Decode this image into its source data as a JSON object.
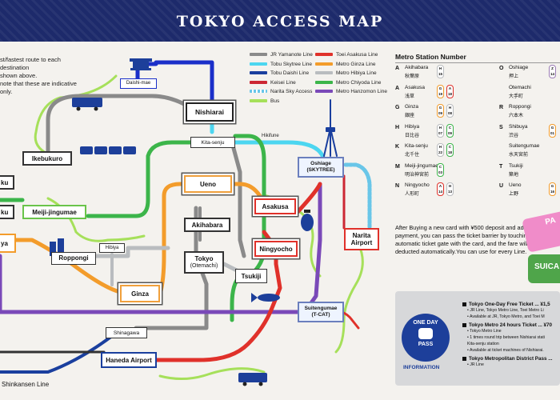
{
  "banner": {
    "title": "TOKYO ACCESS MAP"
  },
  "intro": {
    "lines": [
      "st/fastest route to each destination",
      "shown above.",
      "note that these are indicative only."
    ]
  },
  "legend": {
    "items": [
      {
        "label": "JR Yamanote Line",
        "color": "#8a8a8a",
        "style": "solid"
      },
      {
        "label": "Toei Asakusa Line",
        "color": "#e0312a",
        "style": "solid"
      },
      {
        "label": "Tobu Skytree Line",
        "color": "#4cd6f0",
        "style": "solid"
      },
      {
        "label": "Metro Ginza Line",
        "color": "#f39c2b",
        "style": "solid"
      },
      {
        "label": "Tobu Daishi Line",
        "color": "#1a3f9e",
        "style": "solid"
      },
      {
        "label": "Metro Hibiya Line",
        "color": "#b9bcbf",
        "style": "solid"
      },
      {
        "label": "Keisei Line",
        "color": "#cc2733",
        "style": "solid"
      },
      {
        "label": "Metro Chiyoda Line",
        "color": "#3cb54a",
        "style": "solid"
      },
      {
        "label": "Narita Sky Access",
        "color": "#69c6e8",
        "style": "dashed"
      },
      {
        "label": "Metro Hanzomon Line",
        "color": "#7a49b8",
        "style": "solid"
      },
      {
        "label": "Bus",
        "color": "#a6e05a",
        "style": "solid"
      }
    ]
  },
  "stations": {
    "daishi_mae": "Daishi-mae",
    "nishiarai": "Nishiarai",
    "kita_senju": "Kita-senju",
    "hikifune": "Hikifune",
    "ikebukuro": "Ikebukuro",
    "ueno": "Ueno",
    "asakusa": "Asakusa",
    "oshiage": "Oshiage",
    "oshiage_sub": "(SKYTREE)",
    "meiji": "Meiji-jingumae",
    "akihabara": "Akihabara",
    "narita": "Narita",
    "narita_sub": "Airport",
    "hibiya": "Hibiya",
    "roppongi": "Roppongi",
    "tokyo": "Tokyo",
    "tokyo_sub": "(Otemachi)",
    "ningyocho": "Ningyocho",
    "tsukiji": "Tsukiji",
    "ginza": "Ginza",
    "suitengumae": "Suitengumae",
    "suitengumae_sub": "(T-CAT)",
    "shinagawa": "Shinagawa",
    "haneda": "Haneda Airport",
    "shinkansen": "Shinkansen Line",
    "left1": "ku",
    "left2": "ku",
    "left3": "ya"
  },
  "metro": {
    "title": "Metro Station Number",
    "rows": [
      {
        "letter": "A",
        "en": "Akihabara",
        "jp": "秋葉原",
        "badges": [
          {
            "code": "H",
            "num": "15",
            "color": "#b9bcbf"
          }
        ]
      },
      {
        "letter": "O",
        "en": "Oshiage",
        "jp": "押上",
        "badges": [
          {
            "code": "Z",
            "num": "14",
            "color": "#9b7cb6"
          }
        ]
      },
      {
        "letter": "A",
        "en": "Asakusa",
        "jp": "浅草",
        "badges": [
          {
            "code": "G",
            "num": "19",
            "color": "#f39c2b"
          },
          {
            "code": "A",
            "num": "18",
            "color": "#e0312a"
          }
        ]
      },
      {
        "letter": "",
        "en": "Otemachi",
        "jp": "大手町",
        "badges": []
      },
      {
        "letter": "G",
        "en": "Ginza",
        "jp": "銀座",
        "badges": [
          {
            "code": "G",
            "num": "09",
            "color": "#f39c2b"
          },
          {
            "code": "H",
            "num": "08",
            "color": "#b9bcbf"
          }
        ]
      },
      {
        "letter": "R",
        "en": "Roppongi",
        "jp": "六本木",
        "badges": []
      },
      {
        "letter": "H",
        "en": "Hibiya",
        "jp": "日比谷",
        "badges": [
          {
            "code": "H",
            "num": "07",
            "color": "#b9bcbf"
          },
          {
            "code": "C",
            "num": "09",
            "color": "#3cb54a"
          }
        ]
      },
      {
        "letter": "S",
        "en": "Shibuya",
        "jp": "渋谷",
        "badges": [
          {
            "code": "G",
            "num": "01",
            "color": "#f39c2b"
          }
        ]
      },
      {
        "letter": "K",
        "en": "Kita-senju",
        "jp": "北千住",
        "badges": [
          {
            "code": "H",
            "num": "22",
            "color": "#b9bcbf"
          },
          {
            "code": "C",
            "num": "18",
            "color": "#3cb54a"
          }
        ]
      },
      {
        "letter": "",
        "en": "Suitengumae",
        "jp": "水天宮前",
        "badges": []
      },
      {
        "letter": "M",
        "en": "Meiji-jingumae",
        "jp": "明治神宮前",
        "badges": [
          {
            "code": "C",
            "num": "03",
            "color": "#3cb54a"
          }
        ]
      },
      {
        "letter": "T",
        "en": "Tsukiji",
        "jp": "築地",
        "badges": []
      },
      {
        "letter": "N",
        "en": "Ningyocho",
        "jp": "人形町",
        "badges": [
          {
            "code": "A",
            "num": "14",
            "color": "#e0312a"
          },
          {
            "code": "H",
            "num": "13",
            "color": "#b9bcbf"
          }
        ]
      },
      {
        "letter": "U",
        "en": "Ueno",
        "jp": "上野",
        "badges": [
          {
            "code": "G",
            "num": "16",
            "color": "#f39c2b"
          }
        ]
      }
    ]
  },
  "info": {
    "text": "After Buying a new card with ¥500 deposit and advanced payment, you can pass the ticket barrier by touching the automatic ticket gate with the card, and the fare will be deducted automatically.You can use for every Line."
  },
  "cards": {
    "pasmo": "PA",
    "suica": "SUICA"
  },
  "pass": {
    "top": "ONE DAY",
    "bottom": "PASS",
    "info": "INFORMATION",
    "items": [
      {
        "title": "Tokyo One-Day Free Ticket ... ¥1,5",
        "lines": [
          "• JR Line, Tokyo Metro Line, Toei Metro Li",
          "• Available at JR, Tokyo Metro, and Toei M"
        ]
      },
      {
        "title": "Tokyo Metro 24 hours Ticket ... ¥70",
        "lines": [
          "• Tokyo Metro Line",
          "• 1 times round trip between Nishiarai stati",
          "  Kita-senju station",
          "• Available at ticket machines of Nishiarai."
        ]
      },
      {
        "title": "Tokyo Metropolitan District Pass ...",
        "lines": [
          "• JR Line"
        ]
      }
    ]
  }
}
